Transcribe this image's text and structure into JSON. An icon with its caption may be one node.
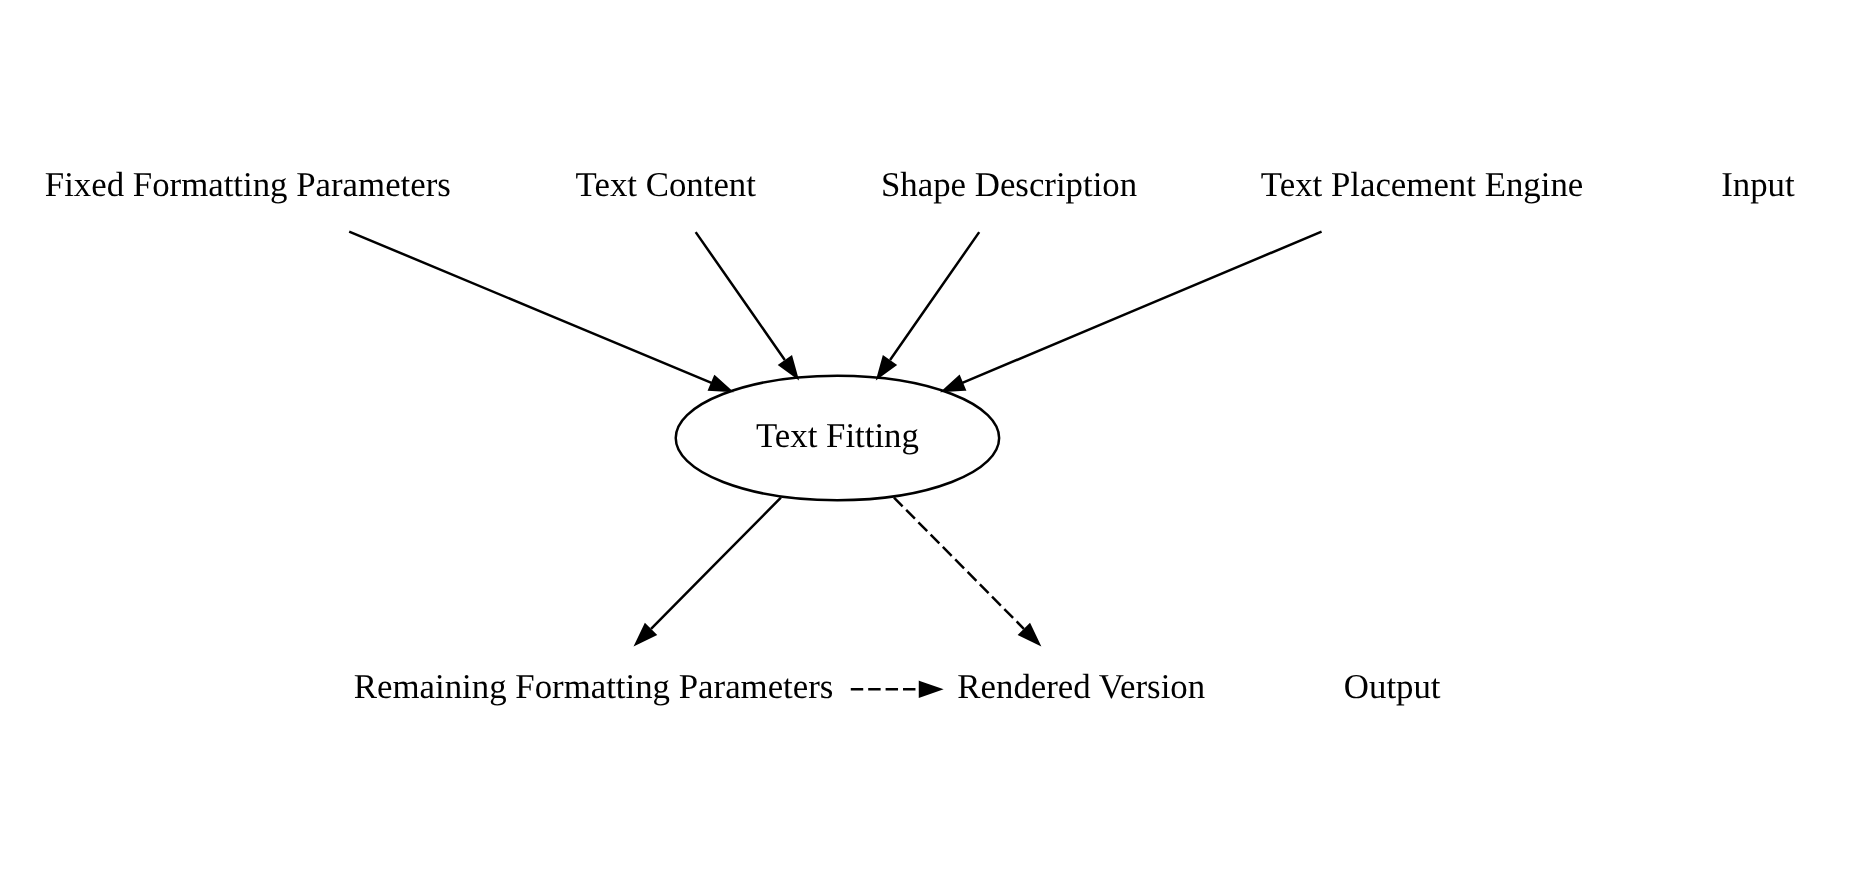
{
  "diagram": {
    "nodes": [
      {
        "text": [
          "Fixed Formatting Parameters"
        ]
      },
      {
        "text": [
          "Text Content"
        ]
      },
      {
        "text": [
          "Shape Description"
        ]
      },
      {
        "text": [
          "Text Placement Engine"
        ]
      },
      {
        "text": [
          "Text Fitting"
        ]
      },
      {
        "text": [
          "Remaining Formatting Parameters"
        ]
      },
      {
        "text": [
          "Rendered Version"
        ]
      }
    ],
    "edges": [
      {
        "from": 0,
        "to": 4,
        "arrow": "to"
      },
      {
        "from": 1,
        "to": 4,
        "arrow": "to"
      },
      {
        "from": 2,
        "to": 4,
        "arrow": "to"
      },
      {
        "from": 3,
        "to": 4,
        "arrow": "to"
      },
      {
        "from": 4,
        "to": 5,
        "arrow": "to"
      },
      {
        "from": 4,
        "to": 6,
        "arrow": "to",
        "style": "dashed"
      },
      {
        "from": 5,
        "to": 6,
        "arrow": "to",
        "style": "dashed"
      }
    ],
    "labels": [
      "Input",
      "Output"
    ]
  }
}
